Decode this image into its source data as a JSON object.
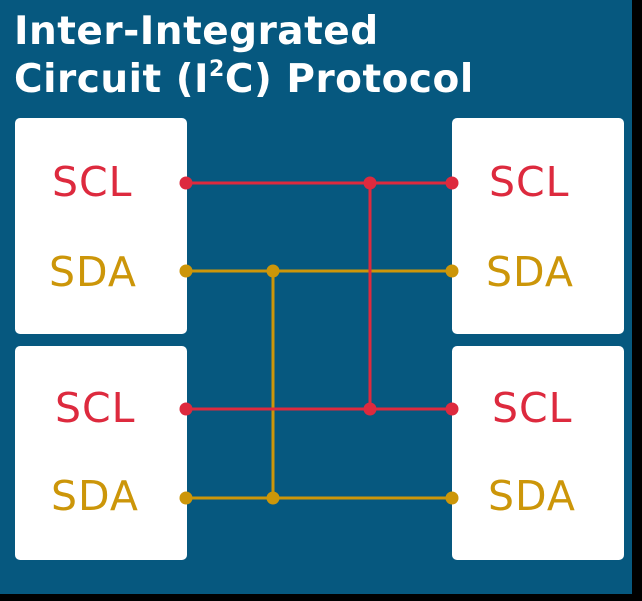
{
  "title": {
    "line1": "Inter-Integrated",
    "line2_before": "Circuit (I",
    "line2_sup": "2",
    "line2_after": "C) Protocol"
  },
  "devices": [
    {
      "scl": "SCL",
      "sda": "SDA"
    },
    {
      "scl": "SCL",
      "sda": "SDA"
    },
    {
      "scl": "SCL",
      "sda": "SDA"
    },
    {
      "scl": "SCL",
      "sda": "SDA"
    }
  ],
  "colors": {
    "background": "#06587f",
    "scl": "#dd2a3e",
    "sda": "#cc9609",
    "device": "#ffffff"
  }
}
